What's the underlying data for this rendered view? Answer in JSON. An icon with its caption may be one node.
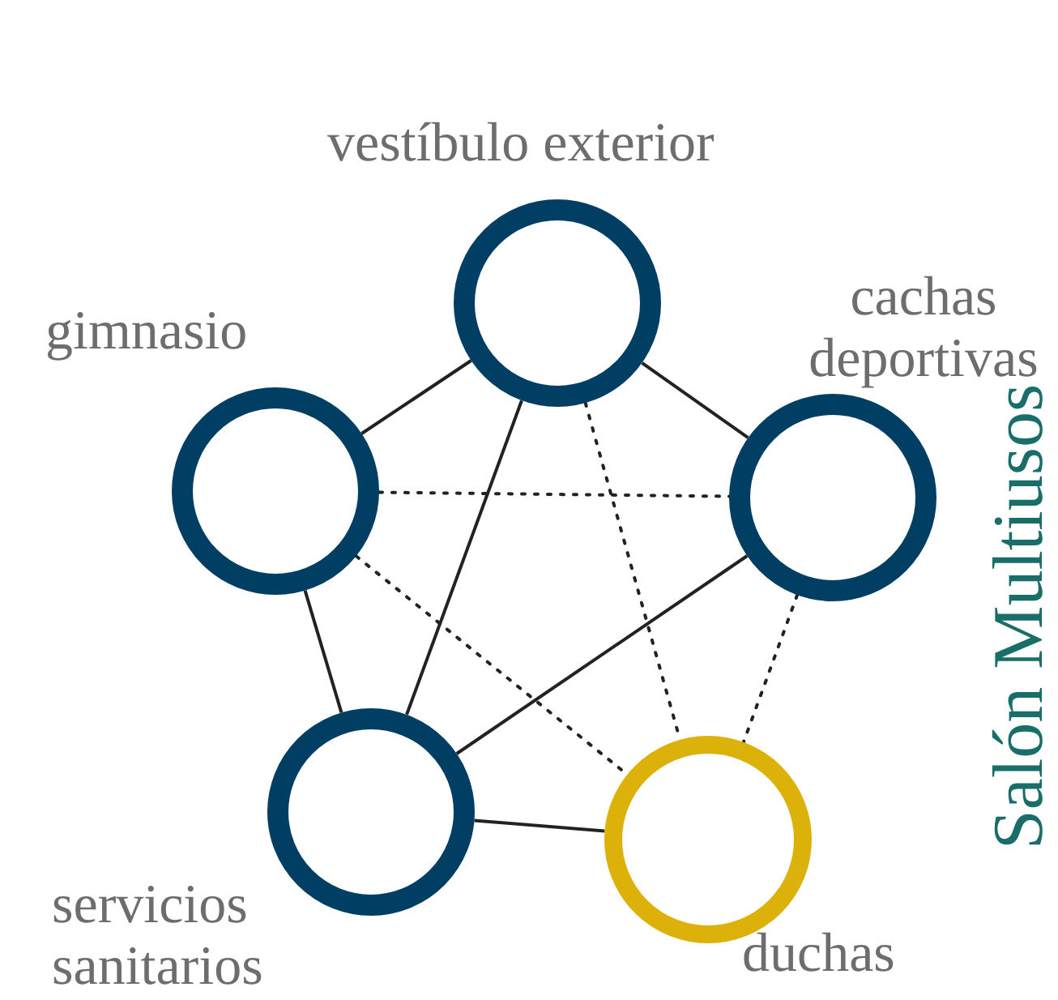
{
  "diagram": {
    "title": "Salón Multiusos",
    "nodes": [
      {
        "text": [],
        "shape": "circle",
        "beside": [
          "vestíbulo exterior"
        ]
      },
      {
        "text": [],
        "shape": "circle",
        "beside": [
          "gimnasio"
        ]
      },
      {
        "text": [],
        "shape": "circle",
        "beside": [
          "cachas deportivas"
        ]
      },
      {
        "text": [],
        "shape": "circle",
        "beside": [
          "servicios sanitarios"
        ]
      },
      {
        "text": [],
        "shape": "circle",
        "beside": [
          "duchas"
        ]
      }
    ],
    "edges": [
      {
        "from": 0,
        "to": 1,
        "arrow": "none"
      },
      {
        "from": 0,
        "to": 2,
        "arrow": "none"
      },
      {
        "from": 0,
        "to": 3,
        "arrow": "none"
      },
      {
        "from": 1,
        "to": 3,
        "arrow": "none"
      },
      {
        "from": 2,
        "to": 3,
        "arrow": "none"
      },
      {
        "from": 3,
        "to": 4,
        "arrow": "none"
      },
      {
        "from": 1,
        "to": 2,
        "arrow": "none",
        "style": "dashed"
      },
      {
        "from": 1,
        "to": 4,
        "arrow": "none",
        "style": "dashed"
      },
      {
        "from": 0,
        "to": 4,
        "arrow": "none",
        "style": "dashed"
      },
      {
        "from": 2,
        "to": 4,
        "arrow": "none",
        "style": "dashed"
      }
    ]
  }
}
